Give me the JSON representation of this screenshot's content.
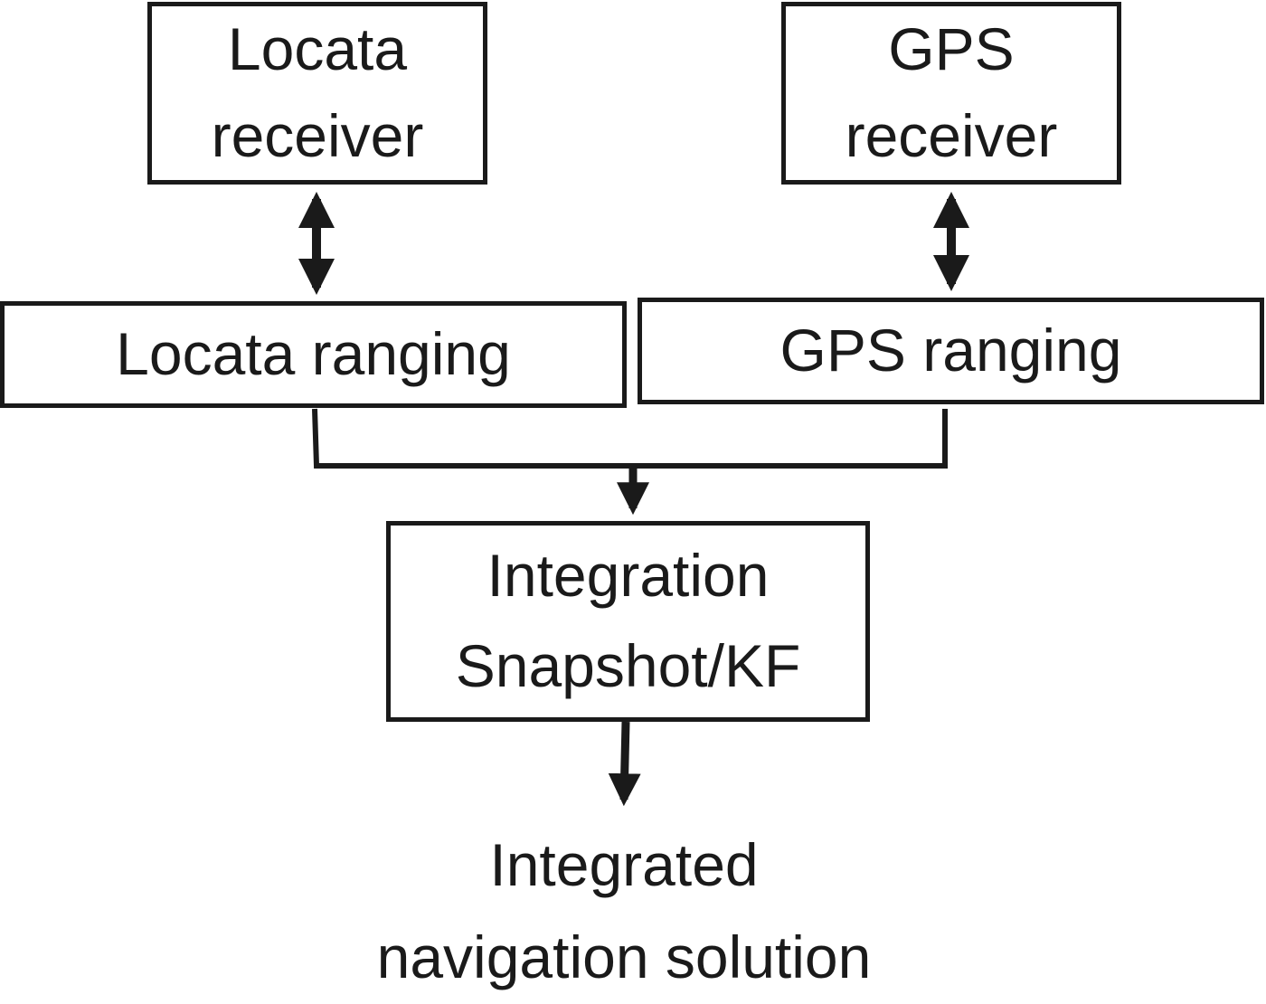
{
  "nodes": {
    "locata_receiver": {
      "line1": "Locata",
      "line2": "receiver"
    },
    "gps_receiver": {
      "line1": "GPS",
      "line2": "receiver"
    },
    "locata_ranging": {
      "label": "Locata ranging"
    },
    "gps_ranging": {
      "label": "GPS ranging"
    },
    "integration": {
      "line1": "Integration",
      "line2": "Snapshot/KF"
    },
    "output": {
      "line1": "Integrated",
      "line2": "navigation solution"
    }
  },
  "colors": {
    "stroke": "#1a1a1a",
    "background": "#ffffff"
  }
}
